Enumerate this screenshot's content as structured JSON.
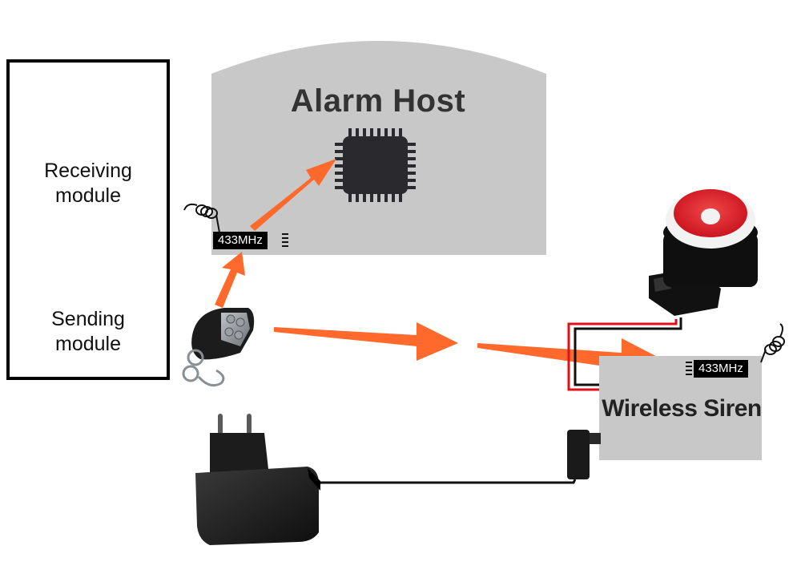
{
  "legend": {
    "receiving_line1": "Receiving",
    "receiving_line2": "module",
    "sending_line1": "Sending",
    "sending_line2": "module"
  },
  "host": {
    "title": "Alarm Host",
    "frequency": "433MHz"
  },
  "siren": {
    "title": "Wireless Siren",
    "frequency": "433MHz"
  },
  "colors": {
    "panel_gray": "#c8c8c8",
    "arrow_orange": "#ff6a2c",
    "chip_dark": "#2a2a2e",
    "siren_red": "#e0202a",
    "wire_red": "#e0101a"
  },
  "icons": [
    "antenna-coil-icon",
    "receiving-module-icon",
    "sending-module-icon",
    "chip-icon",
    "remote-control-icon",
    "siren-icon",
    "power-adapter-icon",
    "dc-plug-icon",
    "arrow-icon"
  ]
}
